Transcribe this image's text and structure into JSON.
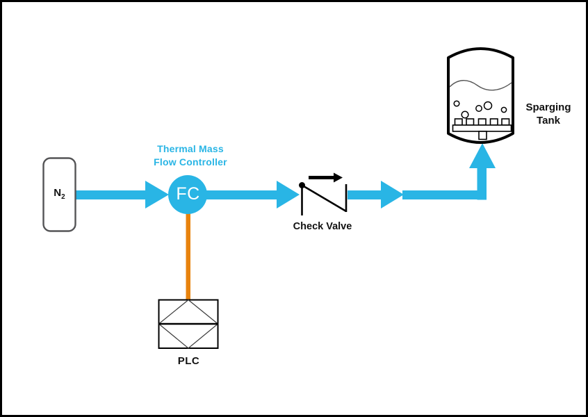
{
  "colors": {
    "pipe": "#29B5E5",
    "signal_line": "#E8830D",
    "symbol_stroke": "#000000",
    "cylinder_stroke": "#545456",
    "label_accent": "#29B5E5",
    "label_text": "#111111"
  },
  "nodes": {
    "n2_source": {
      "element": "N",
      "subscript": "2"
    },
    "flow_controller": {
      "symbol": "FC",
      "label_line1": "Thermal Mass",
      "label_line2": "Flow Controller"
    },
    "check_valve": {
      "label": "Check Valve"
    },
    "sparging_tank": {
      "label_line1": "Sparging",
      "label_line2": "Tank"
    },
    "plc": {
      "label": "PLC"
    }
  },
  "icons": {
    "flow_arrow_icon": "solid cyan triangle arrowhead on pipe",
    "check_valve_icon": "check valve symbol with black flow-direction arrow",
    "sparging_tank_icon": "tank with liquid surface wave, bubbles and sparger header",
    "plc_icon": "rectangle with inscribed diamond and bold midline",
    "n2_cylinder_icon": "rounded gas cylinder outline"
  }
}
